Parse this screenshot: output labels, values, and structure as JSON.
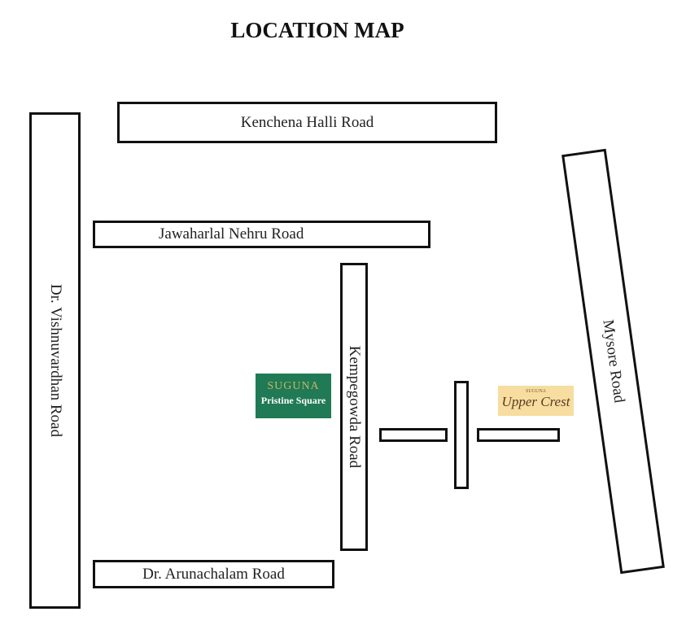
{
  "title": "LOCATION MAP",
  "roads": {
    "kenchena": "Kenchena Halli Road",
    "nehru": "Jawaharlal Nehru Road",
    "vishnu": "Dr. Vishnuvardhan Road",
    "kempegowda": "Kempegowda Road",
    "mysore": "Mysore Road",
    "arunachalam": "Dr. Arunachalam Road"
  },
  "landmarks": {
    "pristine": {
      "brand": "SUGUNA",
      "name": "Pristine Square",
      "color": "#1f7a55"
    },
    "uppercrest": {
      "brand": "SUGUNA",
      "name": "Upper Crest",
      "color": "#f7dd9f"
    }
  }
}
